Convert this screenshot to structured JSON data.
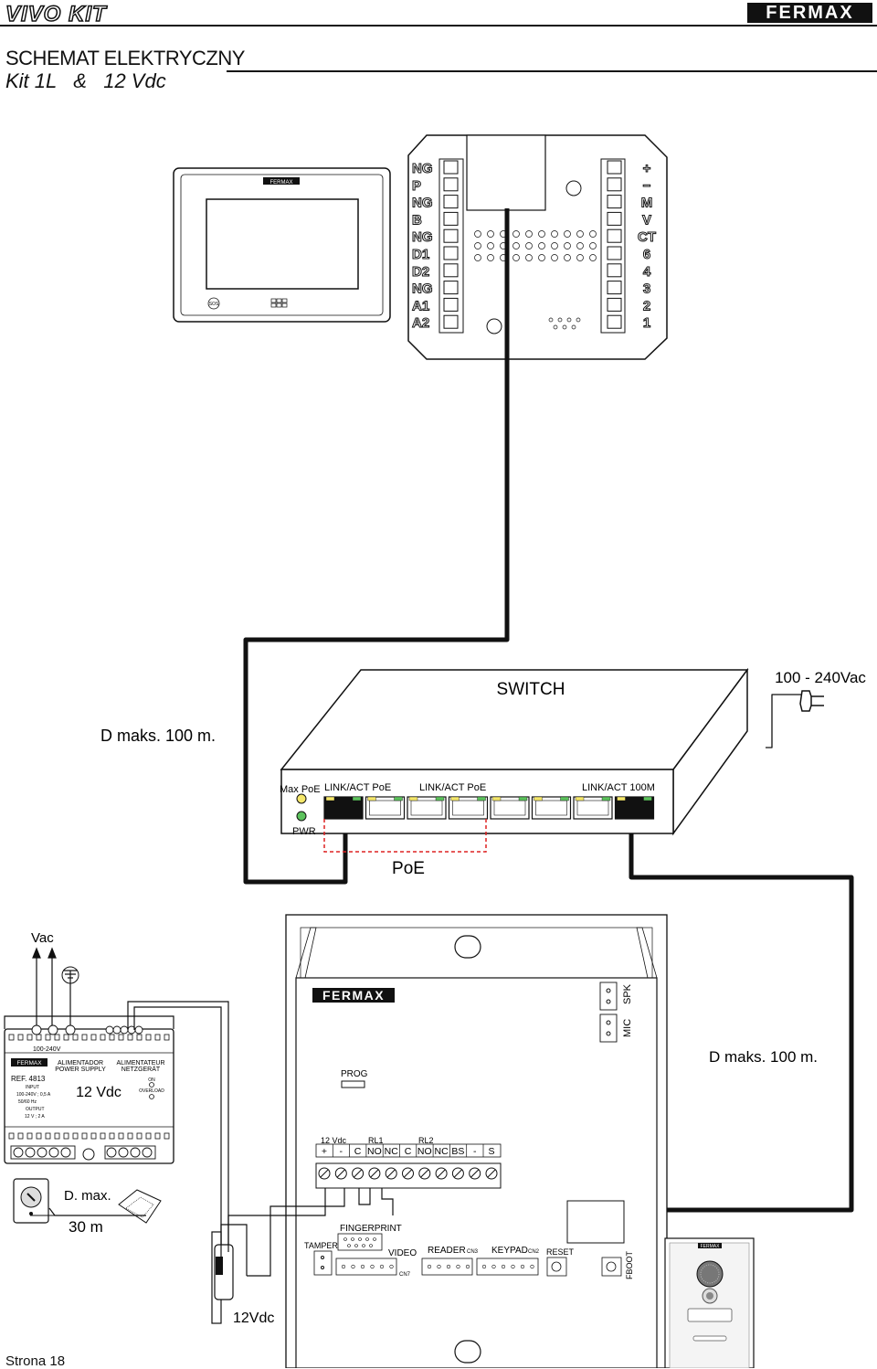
{
  "header": {
    "brand_left": "VIVO KIT",
    "brand_right": "FERMAX",
    "title_line1": "SCHEMAT ELEKTRYCZNY",
    "title_line2": "Kit 1L   &   12 Vdc"
  },
  "monitor": {
    "brand": "FERMAX",
    "sos": "SOS",
    "terminals_left": [
      "NG",
      "P",
      "NG",
      "B",
      "NG",
      "D1",
      "D2",
      "NG",
      "A1",
      "A2"
    ],
    "terminals_right": [
      "+",
      "−",
      "M",
      "V",
      "CT",
      "6",
      "4",
      "3",
      "2",
      "1"
    ]
  },
  "switch": {
    "title": "SWITCH",
    "power": "100 - 240Vac",
    "label_maxpoe": "Max PoE",
    "label_link1": "LINK/ACT PoE",
    "label_link2": "LINK/ACT PoE",
    "label_link3": "LINK/ACT 100M",
    "label_pwr": "PWR",
    "label_poe": "PoE"
  },
  "distance_top": "D maks. 100 m.",
  "distance_right": "D maks. 100 m.",
  "power_supply": {
    "vac": "Vac",
    "range": "100-240V",
    "brand": "FERMAX",
    "line1a": "ALIMENTADOR",
    "line1b": "POWER SUPPLY",
    "line2a": "ALIMENTATEUR",
    "line2b": "NETZGERÄT",
    "ref": "REF. 4813",
    "input": "INPUT",
    "input_v": "100-240V ; 0,5 A",
    "input_hz": "50/60 Hz",
    "output": "OUTPUT",
    "output_v": "12 V ; 2 A",
    "voltage": "12 Vdc",
    "on": "ON",
    "overload": "OVERLOAD"
  },
  "controller": {
    "brand": "FERMAX",
    "spk": "SPK",
    "mic": "MIC",
    "prog": "PROG",
    "vdc": "12 Vdc",
    "rl1": "RL1",
    "rl2": "RL2",
    "terminals": [
      "+",
      "-",
      "C",
      "NO",
      "NC",
      "C",
      "NO",
      "NC",
      "BS",
      "-",
      "S"
    ],
    "fingerprint": "FINGERPRINT",
    "tamper": "TAMPER",
    "video": "VIDEO",
    "cn7": "CN7",
    "reader": "READER",
    "cn3": "CN3",
    "keypad": "KEYPAD",
    "cn2": "CN2",
    "reset": "RESET",
    "fboot": "FBOOT"
  },
  "panel": {
    "brand": "FERMAX"
  },
  "lock": {
    "dmax": "D. max.",
    "dist": "30 m",
    "voltage": "12Vdc"
  },
  "footer": {
    "page": "Strona 18"
  }
}
